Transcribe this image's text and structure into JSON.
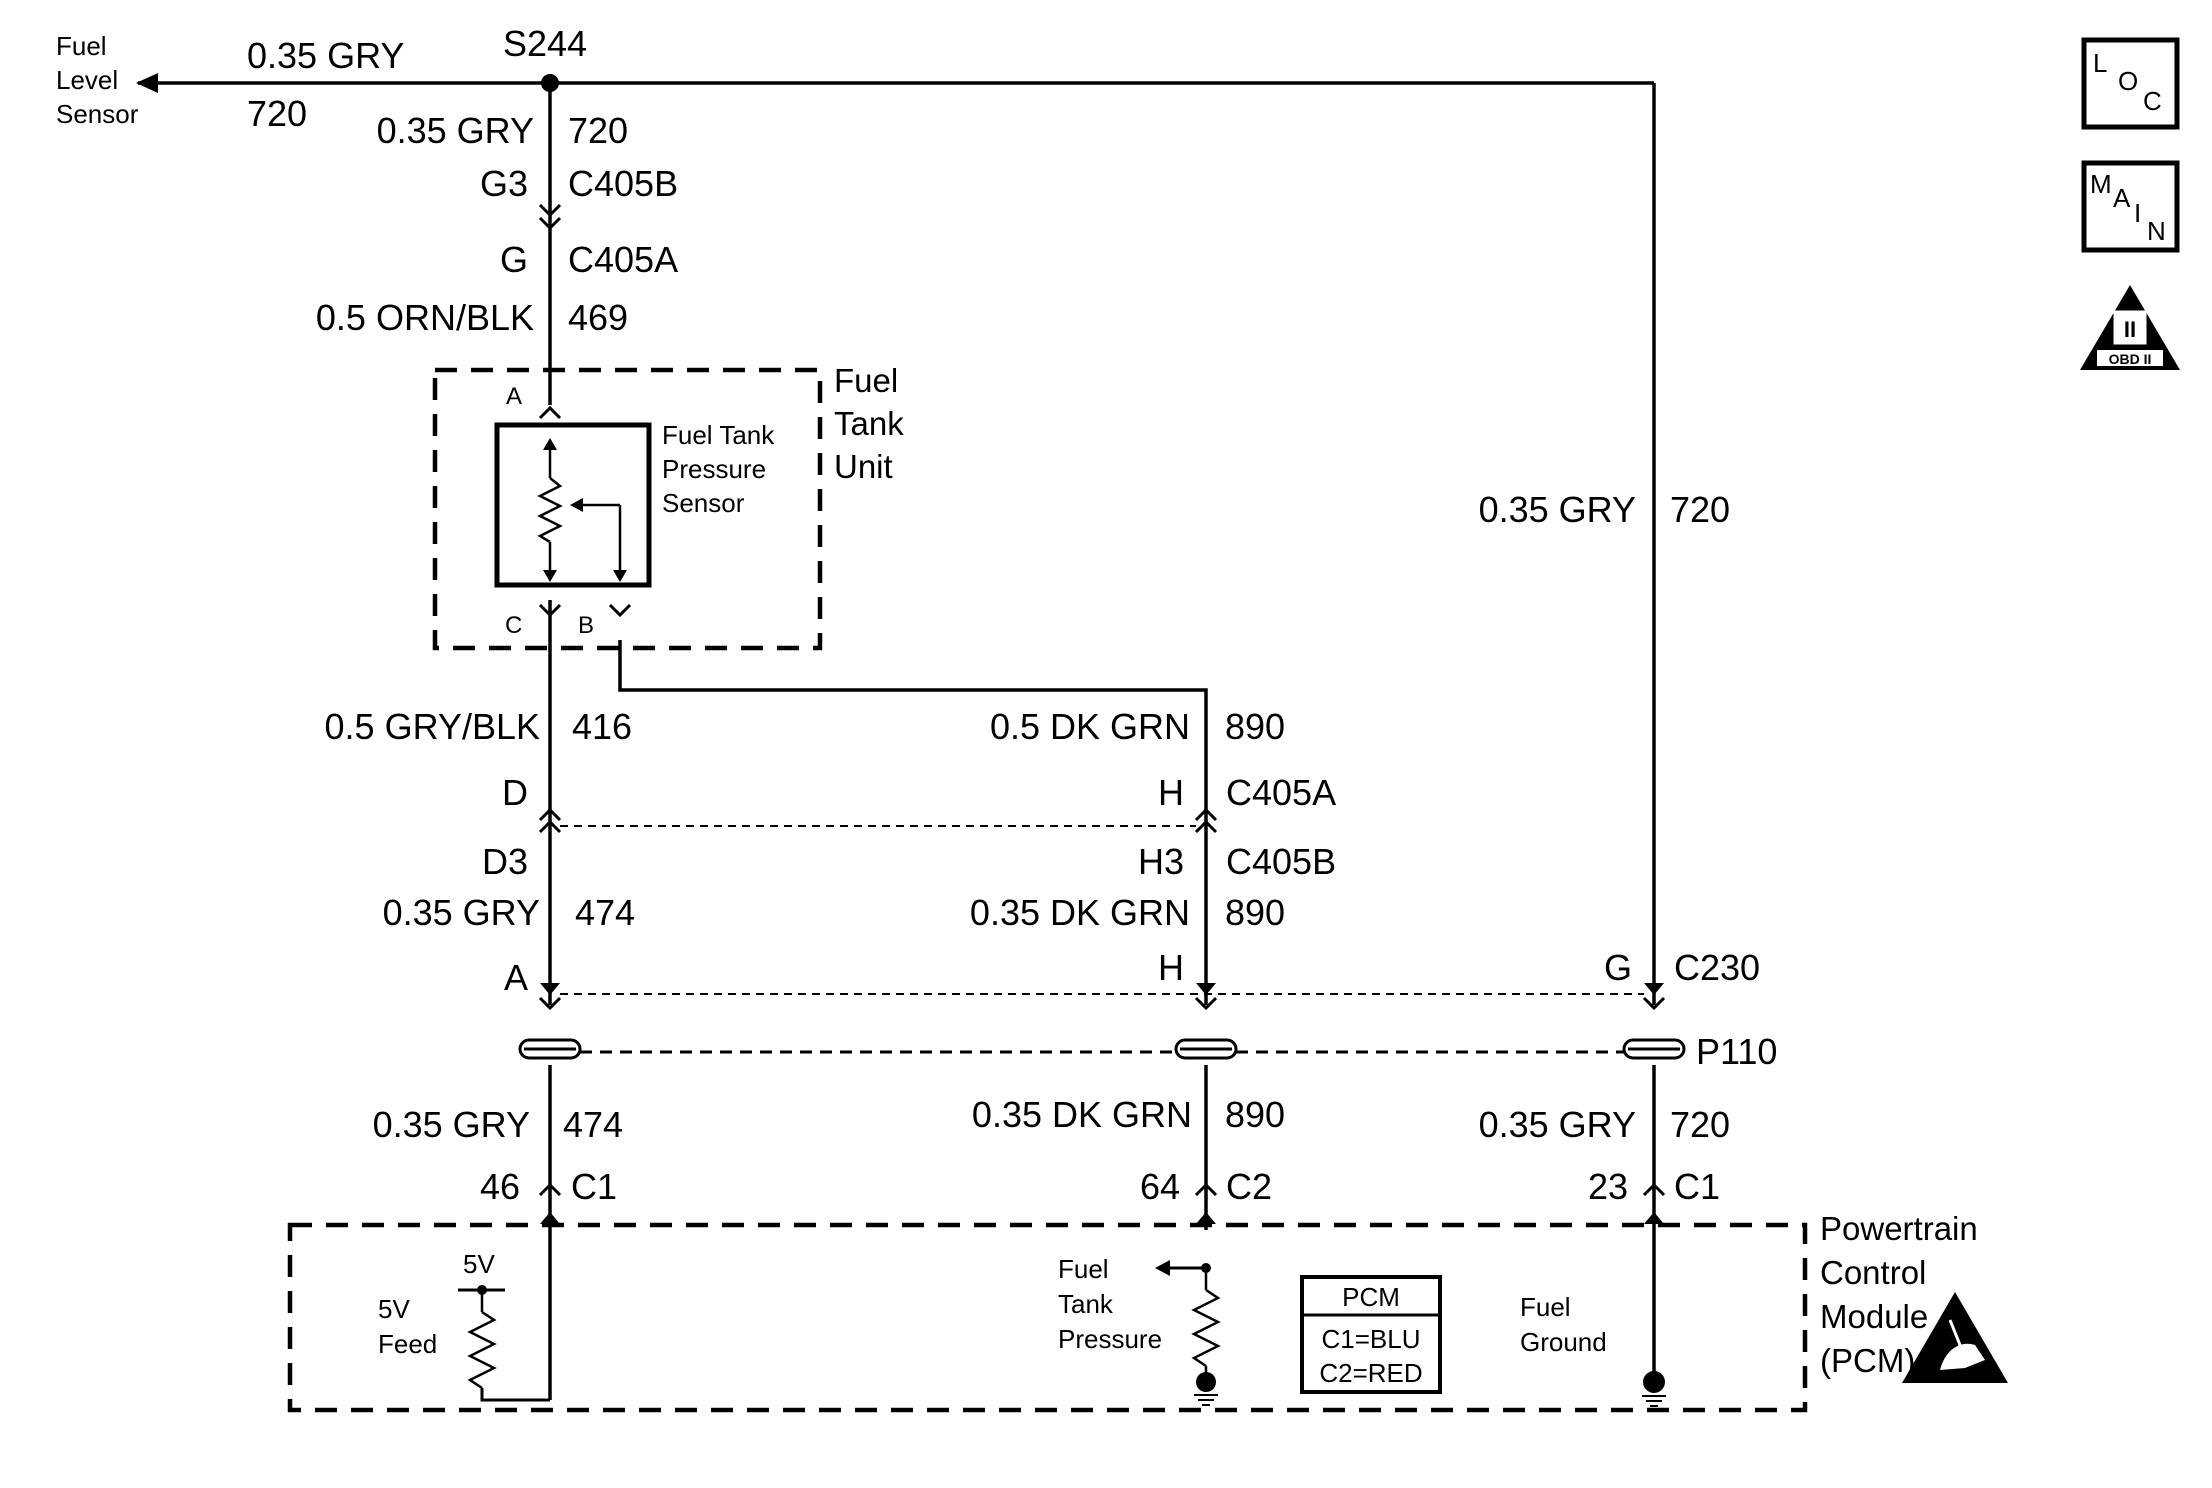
{
  "top_left": {
    "sensor_name": [
      "Fuel",
      "Level",
      "Sensor"
    ],
    "wire_color": "0.35 GRY",
    "circuit": "720"
  },
  "splice": {
    "label": "S244"
  },
  "left_column": {
    "upper_wire": {
      "color": "0.35 GRY",
      "circuit": "720"
    },
    "connector_b": {
      "pin": "G3",
      "name": "C405B"
    },
    "connector_a": {
      "pin": "G",
      "name": "C405A"
    },
    "sensor_feed": {
      "color": "0.5 ORN/BLK",
      "circuit": "469"
    },
    "low_ref": {
      "color": "0.5 GRY/BLK",
      "circuit": "416"
    },
    "conn_d": {
      "pin": "D"
    },
    "conn_d3": {
      "pin": "D3"
    },
    "wire_474": {
      "color": "0.35 GRY",
      "circuit": "474"
    },
    "conn_a_c230": {
      "pin": "A"
    },
    "pcm_wire": {
      "color": "0.35 GRY",
      "circuit": "474"
    },
    "pcm_pin": {
      "pin": "46",
      "connector": "C1"
    }
  },
  "fuel_tank_unit": {
    "title": [
      "Fuel",
      "Tank",
      "Unit"
    ],
    "sensor_label": [
      "Fuel Tank",
      "Pressure",
      "Sensor"
    ],
    "pin_a": "A",
    "pin_b": "B",
    "pin_c": "C"
  },
  "middle_column": {
    "wire_890_upper": {
      "color": "0.5 DK GRN",
      "circuit": "890"
    },
    "conn_h_a": {
      "pin": "H",
      "name": "C405A"
    },
    "conn_h3_b": {
      "pin": "H3",
      "name": "C405B"
    },
    "wire_890_mid": {
      "color": "0.35 DK GRN",
      "circuit": "890"
    },
    "conn_h_c230": {
      "pin": "H"
    },
    "pcm_wire": {
      "color": "0.35 DK GRN",
      "circuit": "890"
    },
    "pcm_pin": {
      "pin": "64",
      "connector": "C2"
    }
  },
  "right_column": {
    "wire_720": {
      "color": "0.35 GRY",
      "circuit": "720"
    },
    "conn_c230": {
      "pin": "G",
      "name": "C230"
    },
    "passthrough": {
      "name": "P110"
    },
    "pcm_wire": {
      "color": "0.35 GRY",
      "circuit": "720"
    },
    "pcm_pin": {
      "pin": "23",
      "connector": "C1"
    }
  },
  "pcm": {
    "title": [
      "Powertrain",
      "Control",
      "Module",
      "(PCM)"
    ],
    "voltage_label": "5V",
    "feed_label": [
      "5V",
      "Feed"
    ],
    "pressure_label": [
      "Fuel",
      "Tank",
      "Pressure"
    ],
    "ground_label": [
      "Fuel",
      "Ground"
    ],
    "legend": {
      "title": "PCM",
      "line1": "C1=BLU",
      "line2": "C2=RED"
    }
  },
  "icons": {
    "loc": [
      "L",
      "O",
      "C"
    ],
    "main": [
      "M",
      "A",
      "I",
      "N"
    ],
    "obd": {
      "numeral": "II",
      "label": "OBD II"
    }
  }
}
